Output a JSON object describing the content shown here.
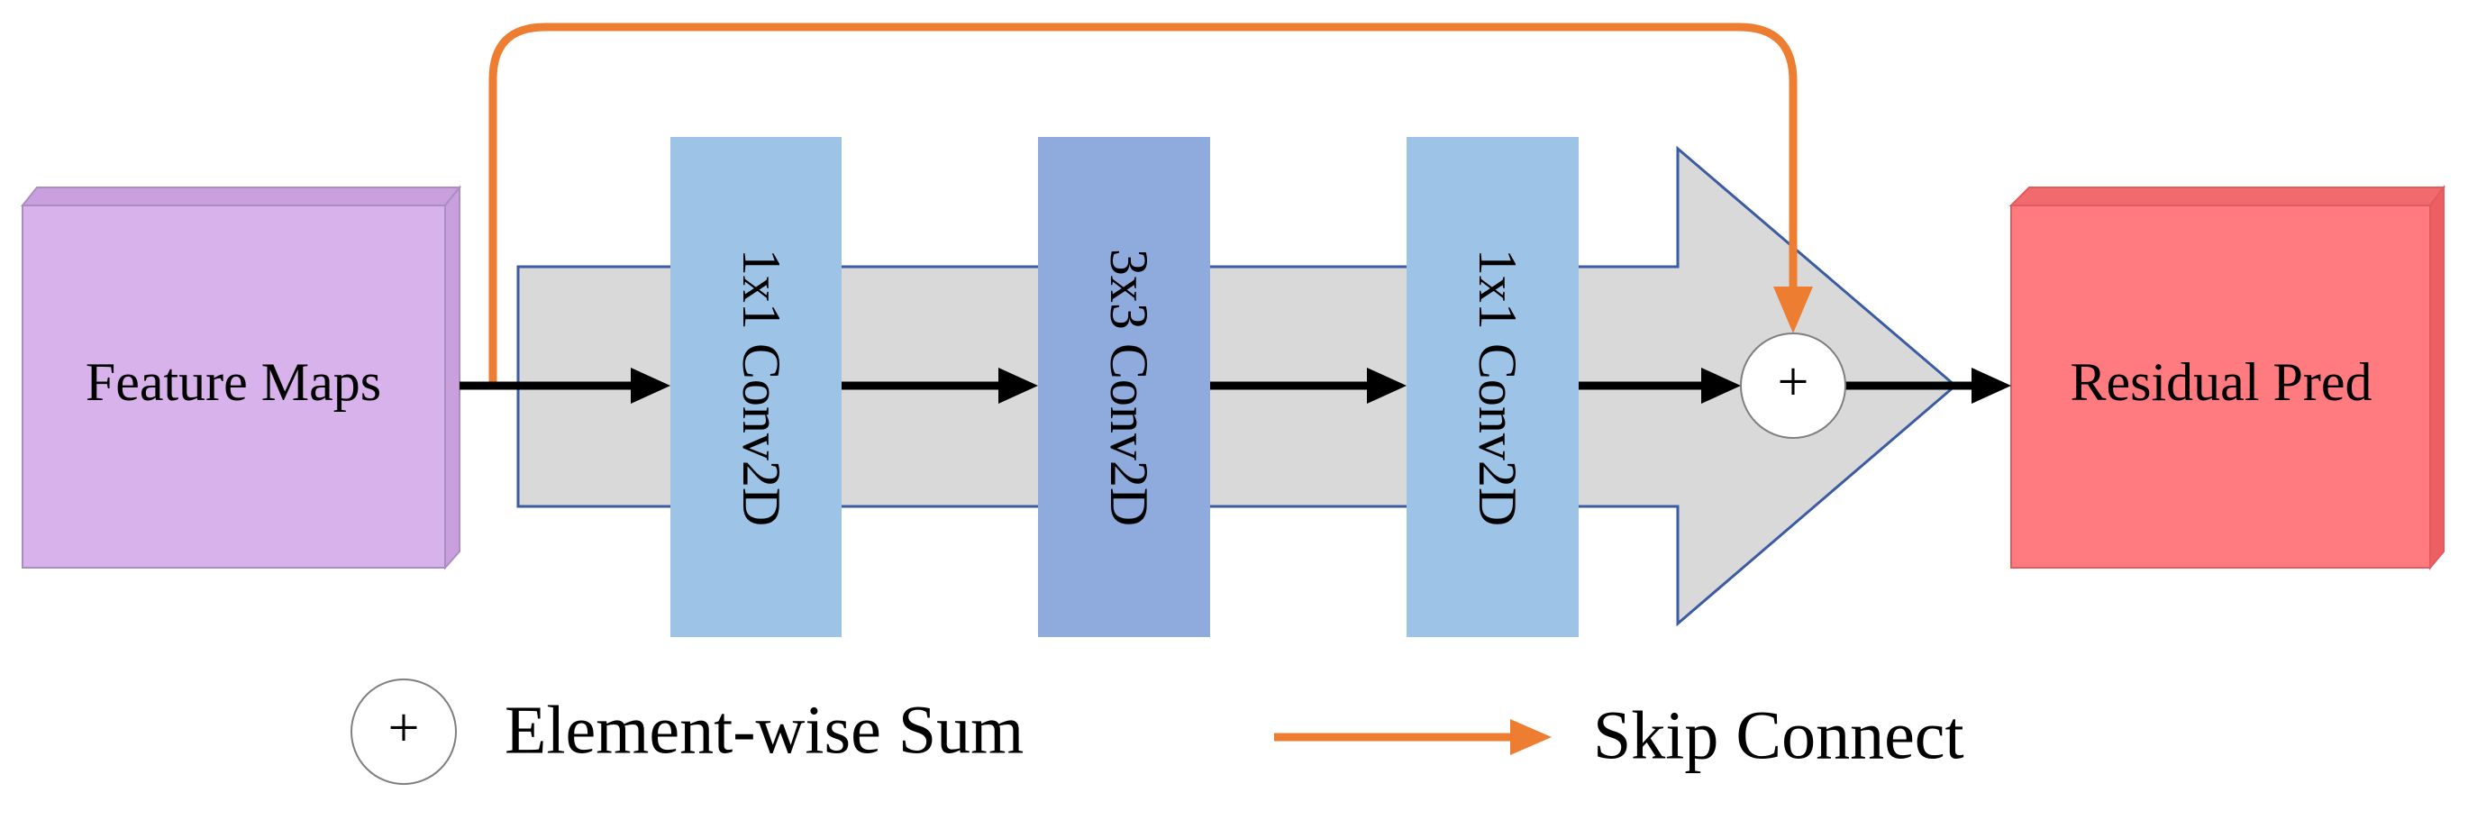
{
  "colors": {
    "input_box": "#d8b2ea",
    "output_box": "#ff7b7f",
    "conv_light": "#9dc3e6",
    "conv_dark": "#8faadc",
    "big_arrow": "#d9d9d9",
    "skip_arrow": "#ed7d31",
    "flow_arrow": "#000000"
  },
  "nodes": {
    "input": {
      "label": "Feature Maps"
    },
    "conv1": {
      "label": "1x1 Conv2D"
    },
    "conv2": {
      "label": "3x3 Conv2D"
    },
    "conv3": {
      "label": "1x1 Conv2D"
    },
    "sum": {
      "symbol": "+"
    },
    "output": {
      "label": "Residual Pred"
    }
  },
  "legend": {
    "sum": {
      "symbol": "+",
      "label": "Element-wise Sum"
    },
    "skip": {
      "label": "Skip Connect"
    }
  },
  "icons": {
    "sum": "circle-plus-icon",
    "skip": "orange-arrow-icon"
  }
}
